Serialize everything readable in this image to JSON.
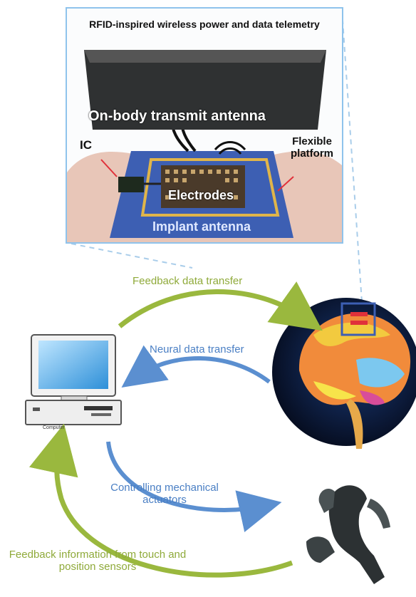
{
  "inset": {
    "title": "RFID-inspired wireless power and data telemetry",
    "transmit_antenna": "On-body transmit antenna",
    "ic": "IC",
    "flexible_platform": "Flexible platform",
    "electrodes": "Electrodes",
    "implant_antenna": "Implant antenna"
  },
  "flows": {
    "feedback_transfer": "Feedback data transfer",
    "neural_transfer": "Neural data transfer",
    "controlling": "Controlling mechanical actuators",
    "feedback_information": "Feedback information from touch and position sensors"
  },
  "computer": {
    "label": "Computer"
  },
  "colors": {
    "green_arrow": "#9ab83e",
    "blue_arrow": "#5b8fd0",
    "inset_border": "#8fc3ec",
    "platform_blue": "#3d5fb3",
    "antenna_gold": "#e0b54a"
  }
}
